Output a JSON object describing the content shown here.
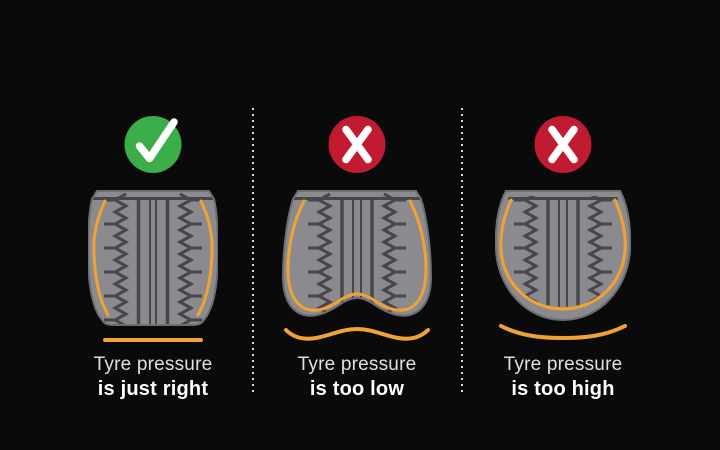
{
  "title": "Tyre pressure infographic",
  "colors": {
    "bg": "#0a0a0a",
    "tyre_body": "#8b8b8f",
    "tyre_outline": "#6d6d72",
    "tread": "#46464b",
    "orange": "#f0a232",
    "green": "#3bae49",
    "red": "#c11b32",
    "text_primary": "#ffffff",
    "text_secondary": "#e0e0de",
    "divider": "#d9d9d9"
  },
  "panels": [
    {
      "id": "just-right",
      "status": "correct",
      "icon": "check-icon",
      "line1": "Tyre pressure",
      "line2": "is just right"
    },
    {
      "id": "too-low",
      "status": "incorrect",
      "icon": "cross-icon",
      "line1": "Tyre pressure",
      "line2": "is too low"
    },
    {
      "id": "too-high",
      "status": "incorrect",
      "icon": "cross-icon",
      "line1": "Tyre pressure",
      "line2": "is too high"
    }
  ]
}
